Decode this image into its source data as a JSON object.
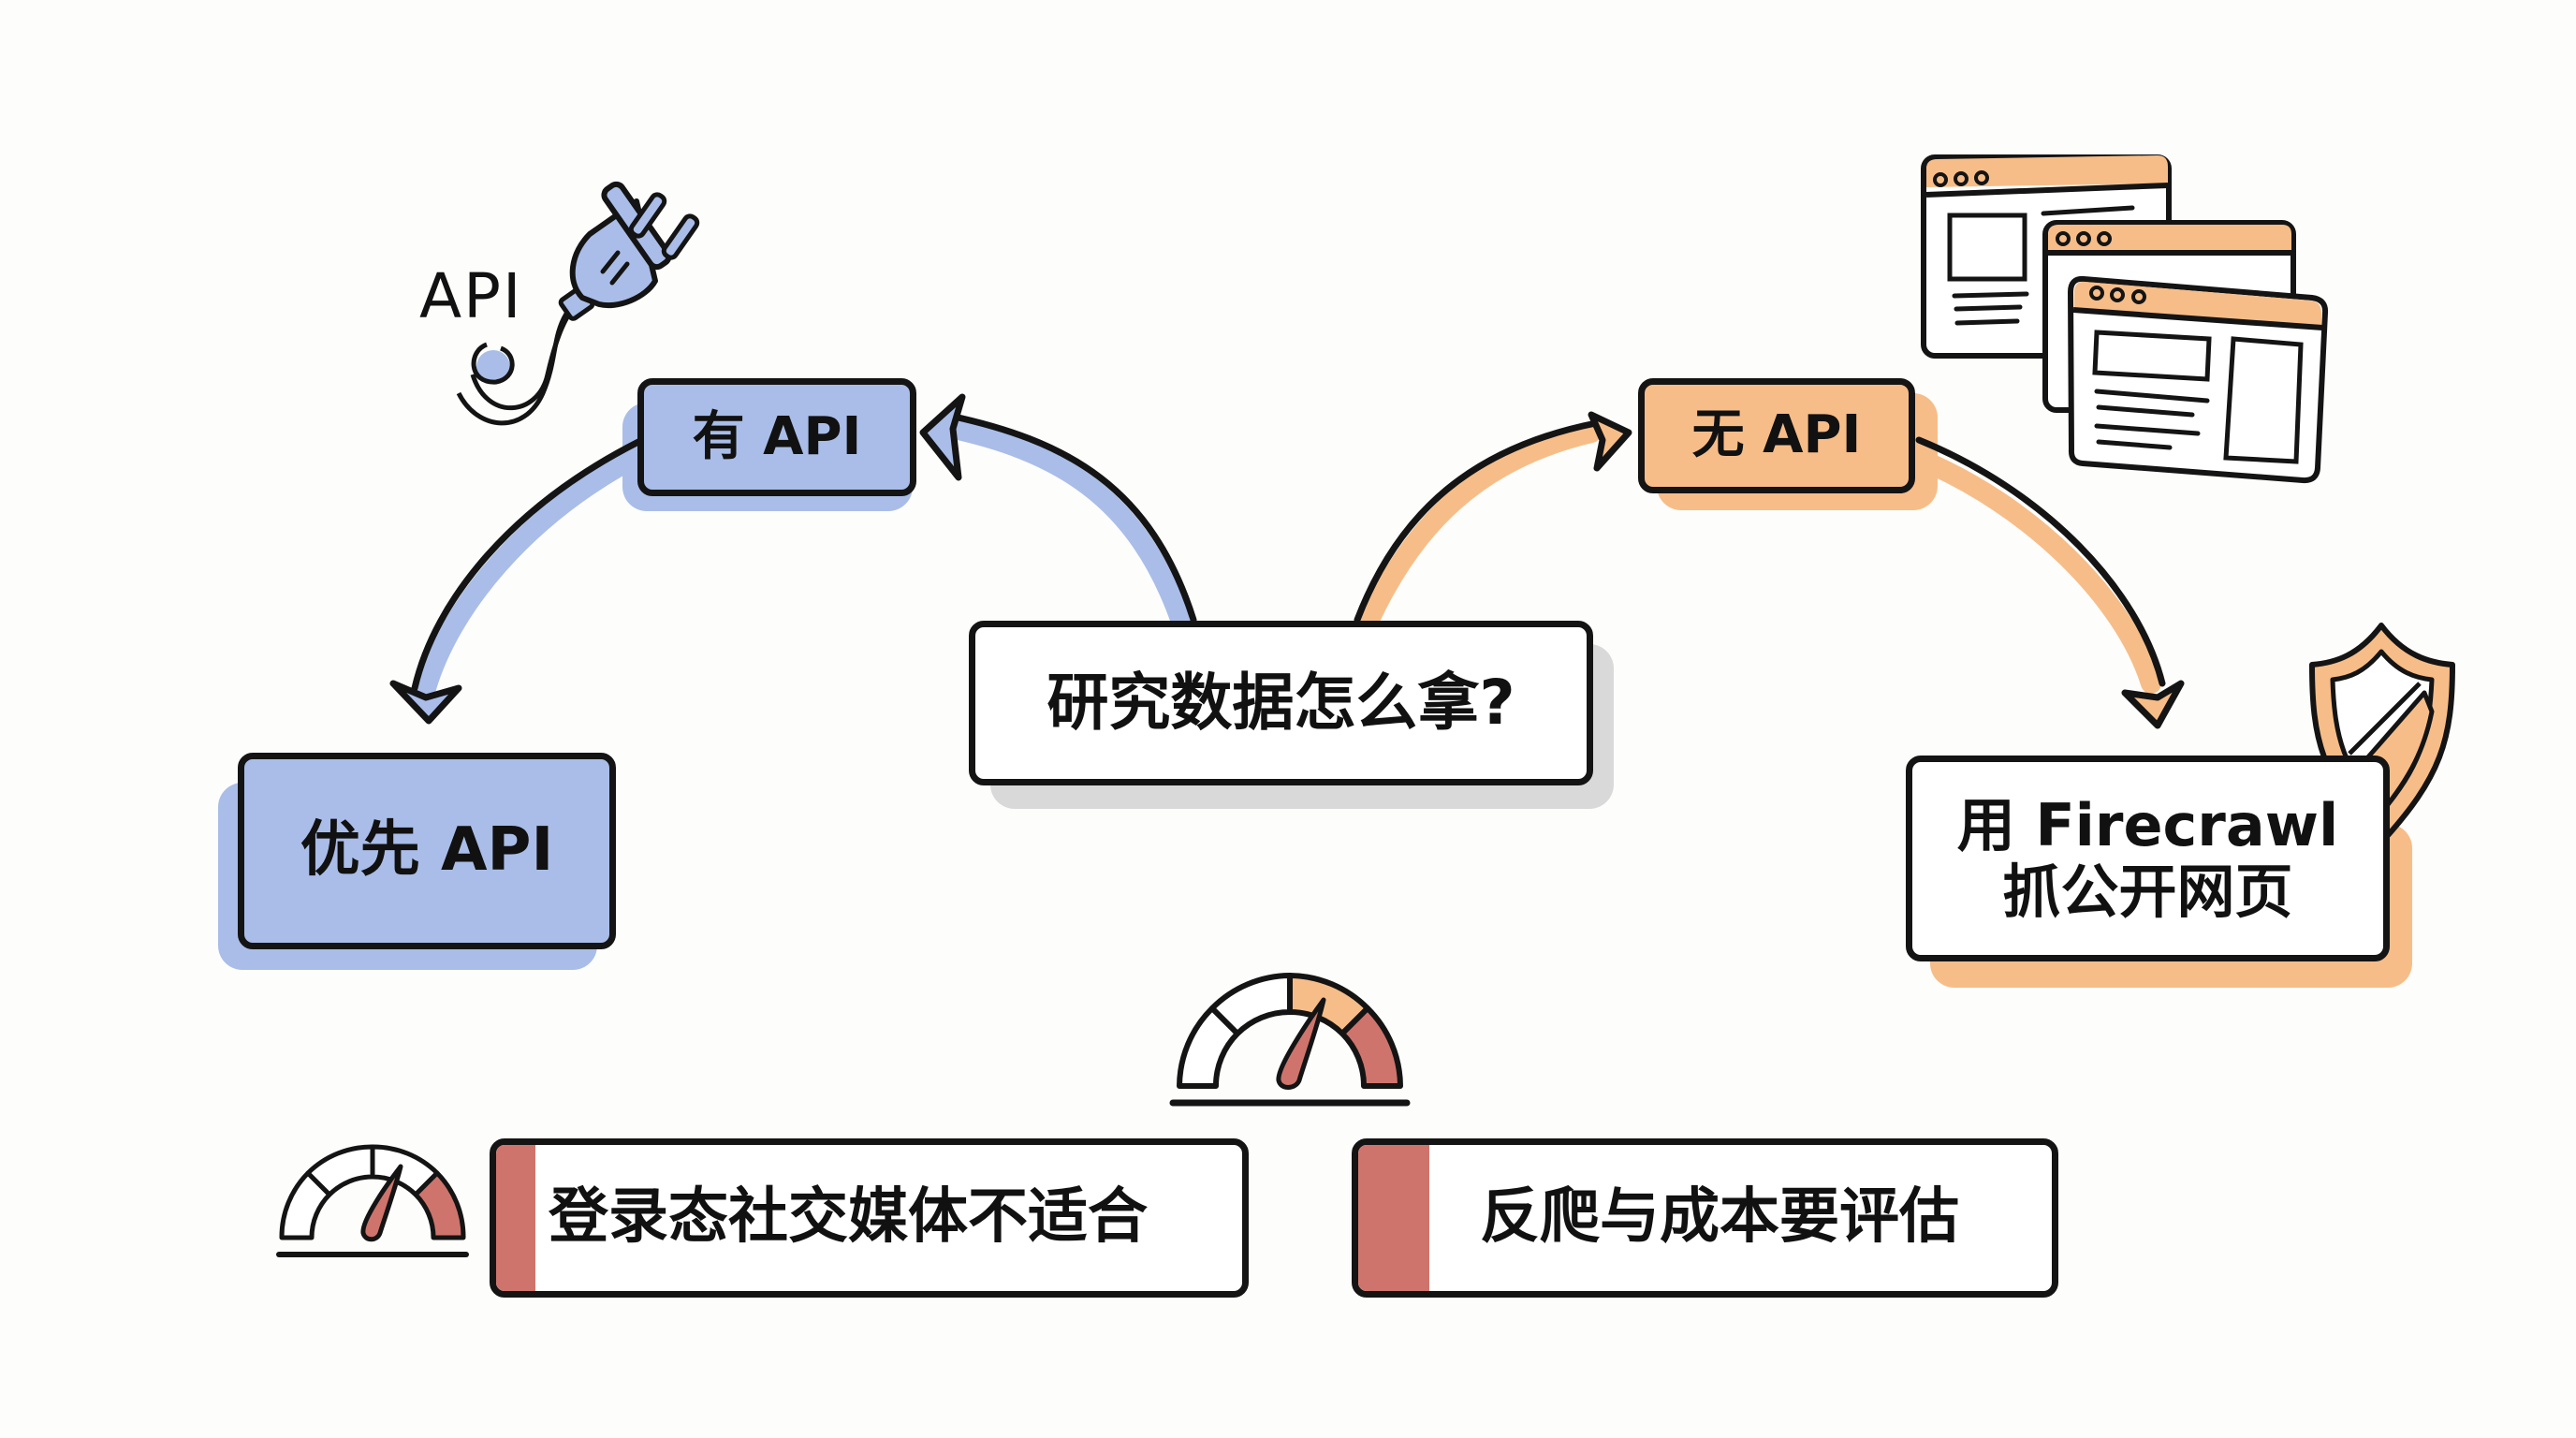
{
  "colors": {
    "blue": "#a9bde8",
    "orange": "#f7bd88",
    "red": "#cf746c",
    "gray_shadow": "#d9d9d9",
    "ink": "#141414",
    "background": "#fdfdfc"
  },
  "center": {
    "question": "研究数据怎么拿?"
  },
  "left_branch": {
    "icon_label": "API",
    "icon": "plug-icon",
    "node": "有 API",
    "result": "优先 API"
  },
  "right_branch": {
    "icon": "browser-windows-icon",
    "node": "无 API",
    "result_line1": "用 Firecrawl",
    "result_line2": "抓公开网页",
    "badge_icon": "shield-icon"
  },
  "cautions": [
    {
      "text": "登录态社交媒体不适合",
      "icon": "gauge-icon",
      "level_segment": 4,
      "segments": 4
    },
    {
      "text": "反爬与成本要评估",
      "icon": "red-marker",
      "segments": 0
    }
  ],
  "center_gauge": {
    "icon": "gauge-icon",
    "segments": [
      "white",
      "white",
      "orange",
      "red"
    ],
    "needle_fraction": 0.66
  },
  "left_gauge": {
    "segments": [
      "white",
      "white",
      "white",
      "red"
    ],
    "needle_fraction": 0.66
  }
}
